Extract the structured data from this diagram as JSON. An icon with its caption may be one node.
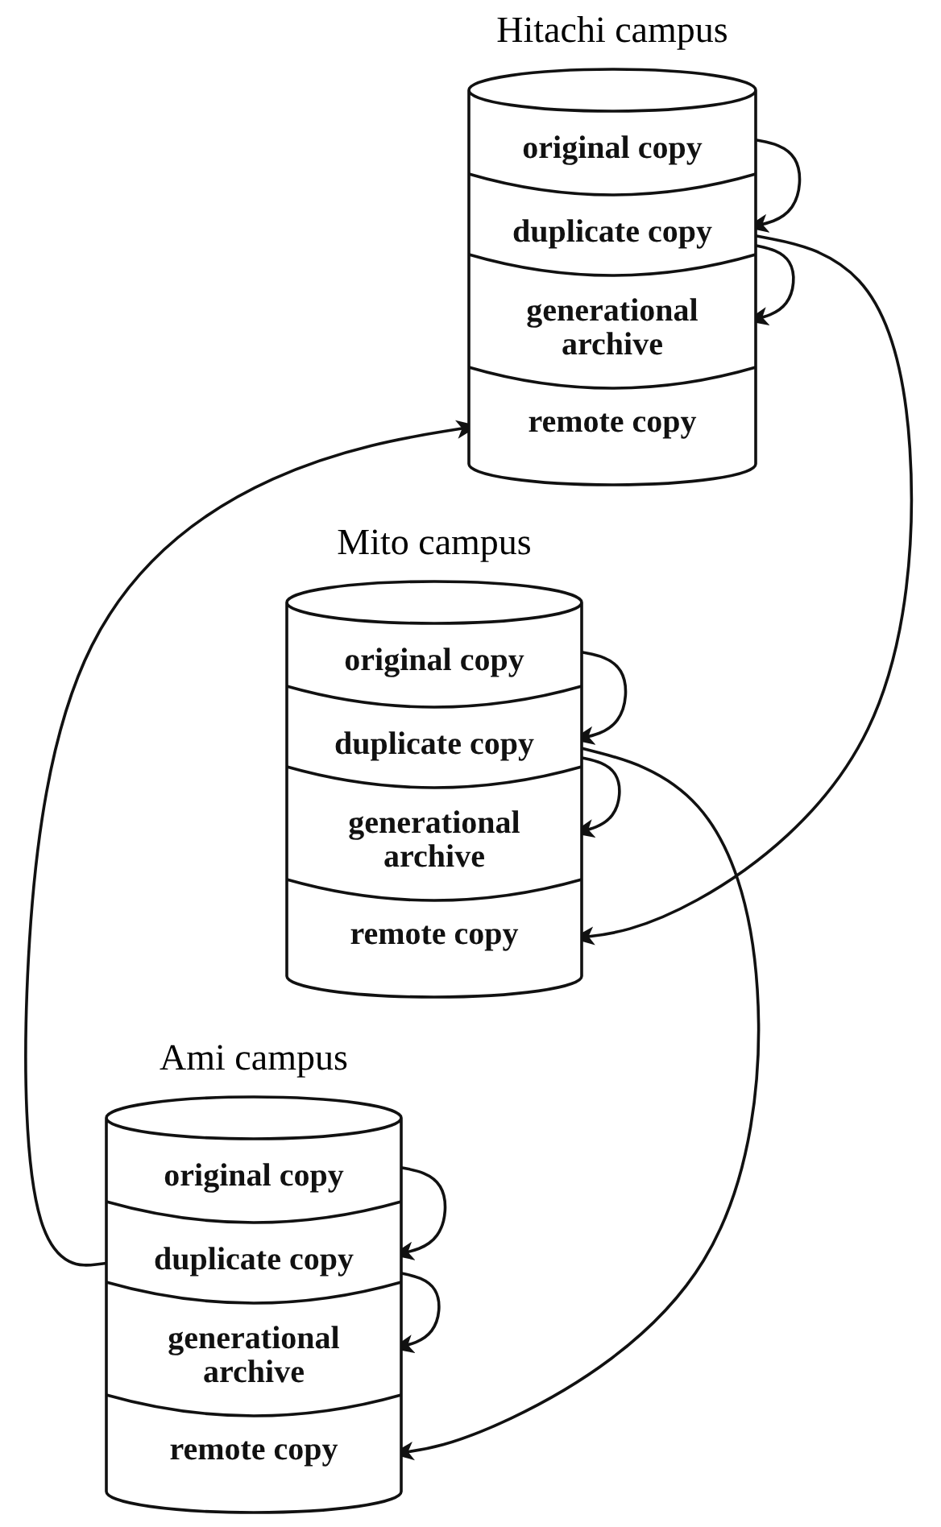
{
  "diagram": {
    "nodes": [
      {
        "text": [
          "Hitachi campus"
        ]
      },
      {
        "text": [
          "original copy"
        ],
        "in": 0
      },
      {
        "text": [
          "duplicate copy"
        ],
        "in": 0
      },
      {
        "text": [
          "generational archive"
        ],
        "in": 0
      },
      {
        "text": [
          "remote copy"
        ],
        "in": 0
      },
      {
        "text": [
          "Mito campus"
        ]
      },
      {
        "text": [
          "original copy"
        ],
        "in": 5
      },
      {
        "text": [
          "duplicate copy"
        ],
        "in": 5
      },
      {
        "text": [
          "generational archive"
        ],
        "in": 5
      },
      {
        "text": [
          "remote copy"
        ],
        "in": 5
      },
      {
        "text": [
          "Ami campus"
        ]
      },
      {
        "text": [
          "original copy"
        ],
        "in": 10
      },
      {
        "text": [
          "duplicate copy"
        ],
        "in": 10
      },
      {
        "text": [
          "generational archive"
        ],
        "in": 10
      },
      {
        "text": [
          "remote copy"
        ],
        "in": 10
      }
    ],
    "edges": [
      {
        "from": 1,
        "to": 2,
        "arrow": "to"
      },
      {
        "from": 2,
        "to": 3,
        "arrow": "to"
      },
      {
        "from": 2,
        "to": 9,
        "arrow": "to"
      },
      {
        "from": 6,
        "to": 7,
        "arrow": "to"
      },
      {
        "from": 7,
        "to": 8,
        "arrow": "to"
      },
      {
        "from": 7,
        "to": 14,
        "arrow": "to"
      },
      {
        "from": 11,
        "to": 12,
        "arrow": "to"
      },
      {
        "from": 12,
        "to": 13,
        "arrow": "to"
      },
      {
        "from": 12,
        "to": 4,
        "arrow": "to"
      }
    ]
  }
}
